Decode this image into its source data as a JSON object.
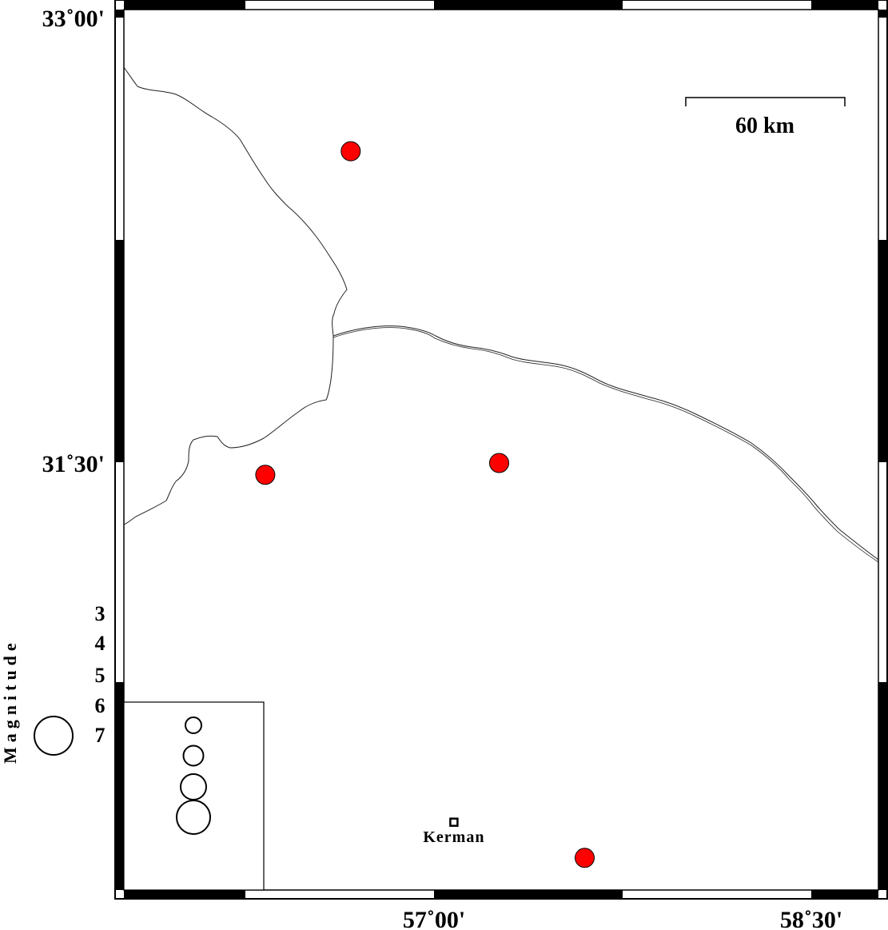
{
  "map": {
    "lat_labels": [
      "33˚00'",
      "31˚30'"
    ],
    "lon_labels": [
      "57˚00'",
      "58˚30'"
    ],
    "scale_bar": {
      "label": "60 km"
    },
    "city": {
      "name": "Kerman",
      "lon": 57.08,
      "lat": 30.29
    },
    "earthquakes": [
      {
        "lon": 56.67,
        "lat": 32.55
      },
      {
        "lon": 56.33,
        "lat": 31.46
      },
      {
        "lon": 57.26,
        "lat": 31.5
      },
      {
        "lon": 57.6,
        "lat": 30.17
      }
    ],
    "event_color": "#ff0000",
    "legend": {
      "title": "Magnitude",
      "magnitudes": [
        "3",
        "4",
        "5",
        "6",
        "7"
      ]
    }
  }
}
